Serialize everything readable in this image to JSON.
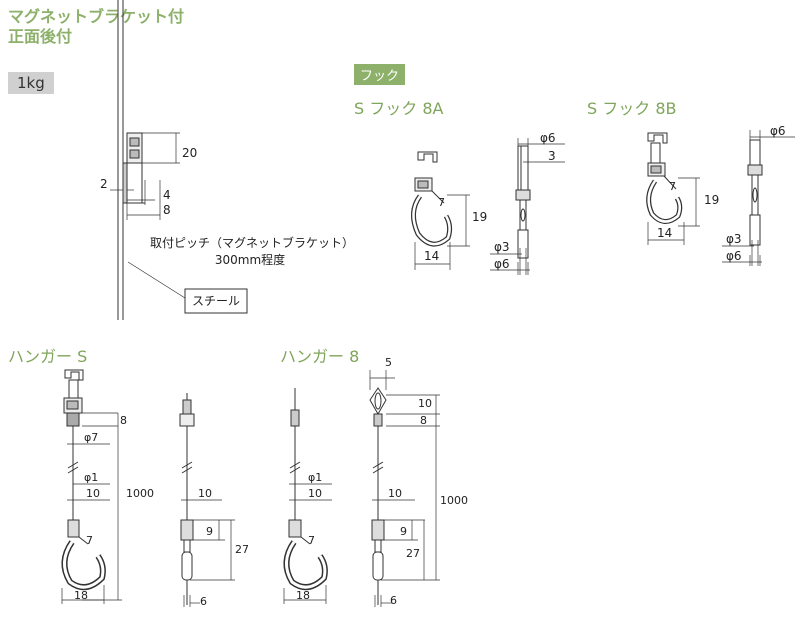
{
  "header": {
    "title_line1": "マグネットブラケット付",
    "title_line2": "正面後付",
    "load_badge": "1kg"
  },
  "bracket": {
    "dim_height": "20",
    "dim_left": "2",
    "dim_4": "4",
    "dim_8": "8",
    "pitch_note_line1": "取付ピッチ（マグネットブラケット）",
    "pitch_note_line2": "300mm程度",
    "steel_label": "スチール"
  },
  "hook": {
    "category_badge": "フック",
    "s8a_title": "S フック 8A",
    "s8b_title": "S フック 8B",
    "dim_19": "19",
    "dim_14": "14",
    "dim_7": "7",
    "dim_phi6": "φ6",
    "dim_3": "3",
    "dim_phi3": "φ3"
  },
  "hanger": {
    "s_title": "ハンガー S",
    "h8_title": "ハンガー 8",
    "dim_8": "8",
    "dim_phi7": "φ7",
    "dim_phi1": "φ1",
    "dim_10": "10",
    "dim_1000": "1000",
    "dim_7": "7",
    "dim_18": "18",
    "dim_9": "9",
    "dim_27": "27",
    "dim_6": "6",
    "dim_5": "5"
  }
}
